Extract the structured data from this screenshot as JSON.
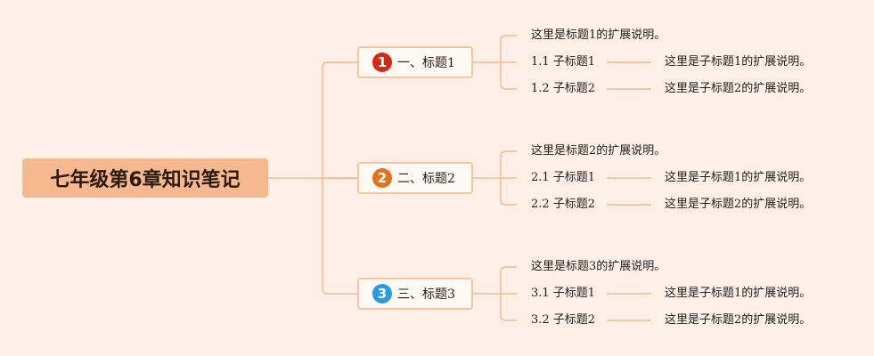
{
  "root": {
    "title": "七年级第6章知识笔记"
  },
  "topics": [
    {
      "number": "1",
      "badge_color": "#d42a14",
      "label": "一、标题1",
      "note": "这里是标题1的扩展说明。",
      "subs": [
        {
          "label": "1.1 子标题1",
          "note": "这里是子标题1的扩展说明。"
        },
        {
          "label": "1.2 子标题2",
          "note": "这里是子标题2的扩展说明。"
        }
      ]
    },
    {
      "number": "2",
      "badge_color": "#e4721c",
      "label": "二、标题2",
      "note": "这里是标题2的扩展说明。",
      "subs": [
        {
          "label": "2.1 子标题1",
          "note": "这里是子标题1的扩展说明。"
        },
        {
          "label": "2.2 子标题2",
          "note": "这里是子标题2的扩展说明。"
        }
      ]
    },
    {
      "number": "3",
      "badge_color": "#2a9be0",
      "label": "三、标题3",
      "note": "这里是标题3的扩展说明。",
      "subs": [
        {
          "label": "3.1 子标题1",
          "note": "这里是子标题1的扩展说明。"
        },
        {
          "label": "3.2 子标题2",
          "note": "这里是子标题2的扩展说明。"
        }
      ]
    }
  ],
  "colors": {
    "background": "#fef0e6",
    "root_fill": "#f6b88e",
    "connector": "#f4b892",
    "topic_border": "#f6c4a1"
  }
}
